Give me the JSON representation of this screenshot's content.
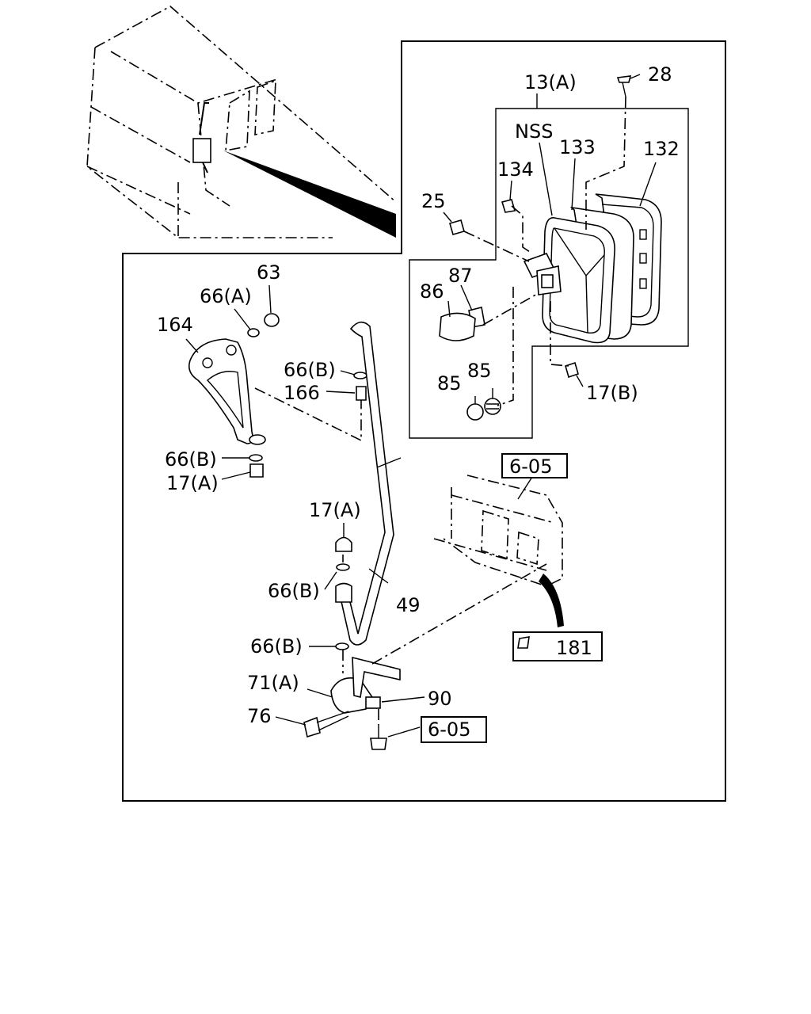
{
  "labels": {
    "l_13a": "13(A)",
    "l_28": "28",
    "l_nss": "NSS",
    "l_133": "133",
    "l_132": "132",
    "l_134": "134",
    "l_25": "25",
    "l_87": "87",
    "l_86": "86",
    "l_85a": "85",
    "l_85b": "85",
    "l_17b": "17(B)",
    "l_63": "63",
    "l_66a": "66(A)",
    "l_164": "164",
    "l_66b_1": "66(B)",
    "l_166": "166",
    "l_66b_2": "66(B)",
    "l_17a_1": "17(A)",
    "l_605_top": "6-05",
    "l_17a_2": "17(A)",
    "l_66b_3": "66(B)",
    "l_49": "49",
    "l_66b_4": "66(B)",
    "l_181": "181",
    "l_71a": "71(A)",
    "l_90": "90",
    "l_76": "76",
    "l_605_bot": "6-05"
  }
}
